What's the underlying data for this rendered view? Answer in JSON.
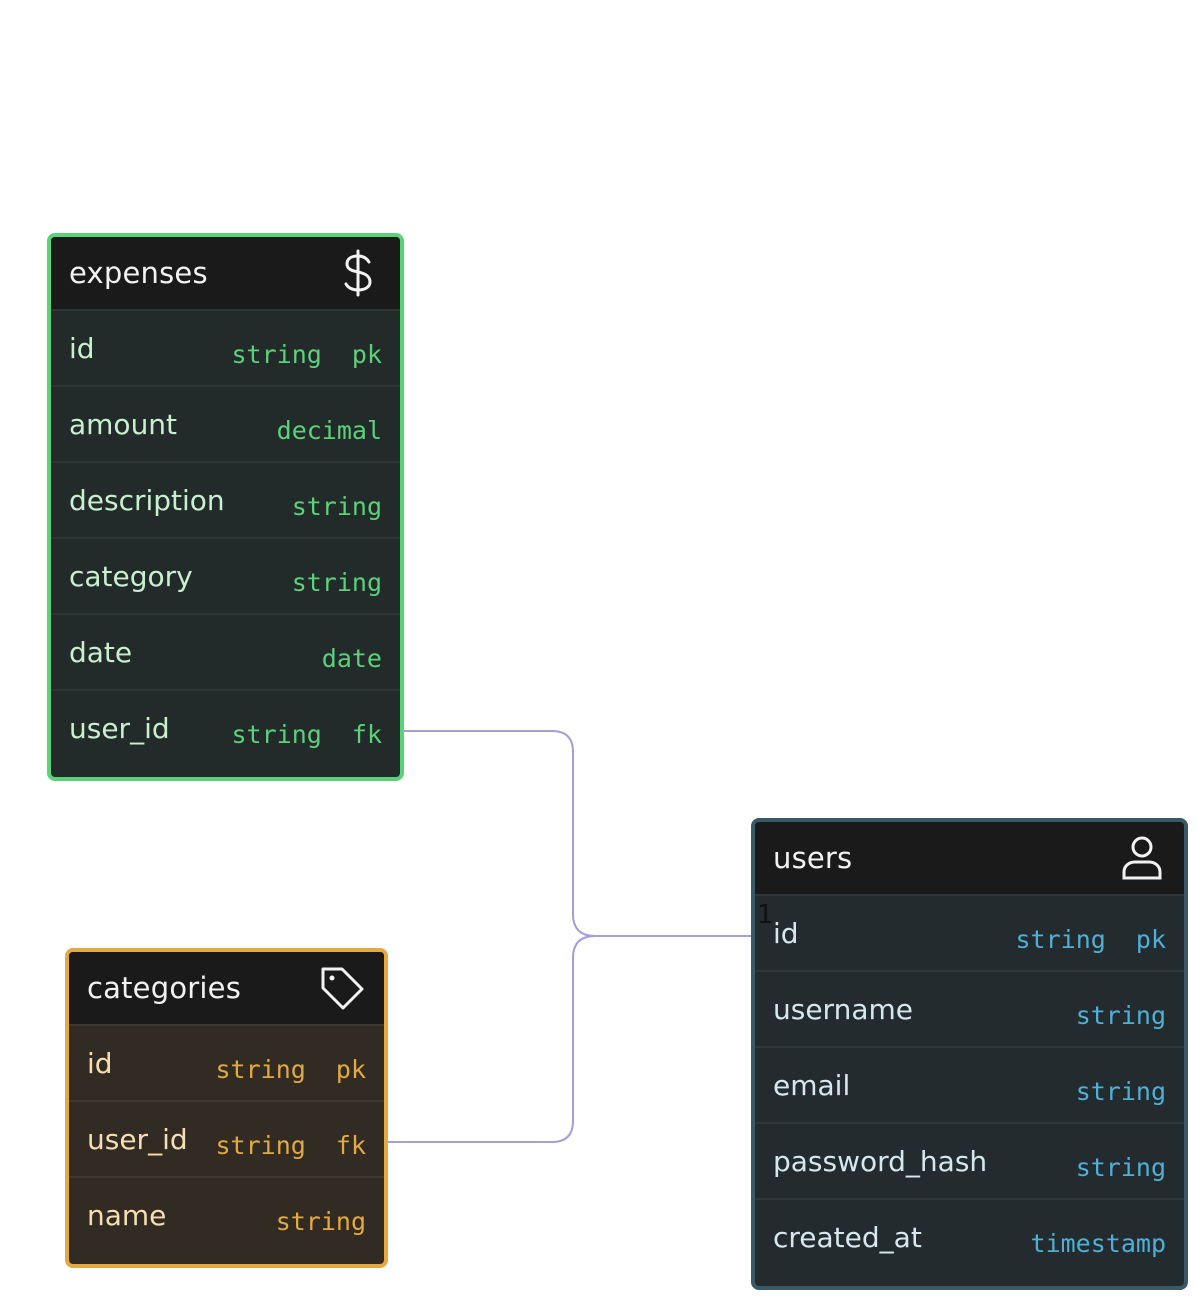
{
  "diagram": {
    "tables": {
      "expenses": {
        "title": "expenses",
        "icon": "dollar-icon",
        "accent": "#5bd17a",
        "rows": [
          {
            "name": "id",
            "type": "string  pk"
          },
          {
            "name": "amount",
            "type": "decimal"
          },
          {
            "name": "description",
            "type": "string"
          },
          {
            "name": "category",
            "type": "string"
          },
          {
            "name": "date",
            "type": "date"
          },
          {
            "name": "user_id",
            "type": "string  fk"
          }
        ]
      },
      "categories": {
        "title": "categories",
        "icon": "tag-icon",
        "accent": "#e3a942",
        "rows": [
          {
            "name": "id",
            "type": "string  pk"
          },
          {
            "name": "user_id",
            "type": "string  fk"
          },
          {
            "name": "name",
            "type": "string"
          }
        ]
      },
      "users": {
        "title": "users",
        "icon": "user-icon",
        "accent": "#3a5966",
        "rows": [
          {
            "name": "id",
            "type": "string  pk"
          },
          {
            "name": "username",
            "type": "string"
          },
          {
            "name": "email",
            "type": "string"
          },
          {
            "name": "password_hash",
            "type": "string"
          },
          {
            "name": "created_at",
            "type": "timestamp"
          }
        ]
      }
    },
    "relations": [
      {
        "from": "expenses.user_id",
        "to": "users.id",
        "cardinality": "1"
      },
      {
        "from": "categories.user_id",
        "to": "users.id",
        "cardinality": "1"
      }
    ],
    "edge_color": "#a89ddb"
  }
}
